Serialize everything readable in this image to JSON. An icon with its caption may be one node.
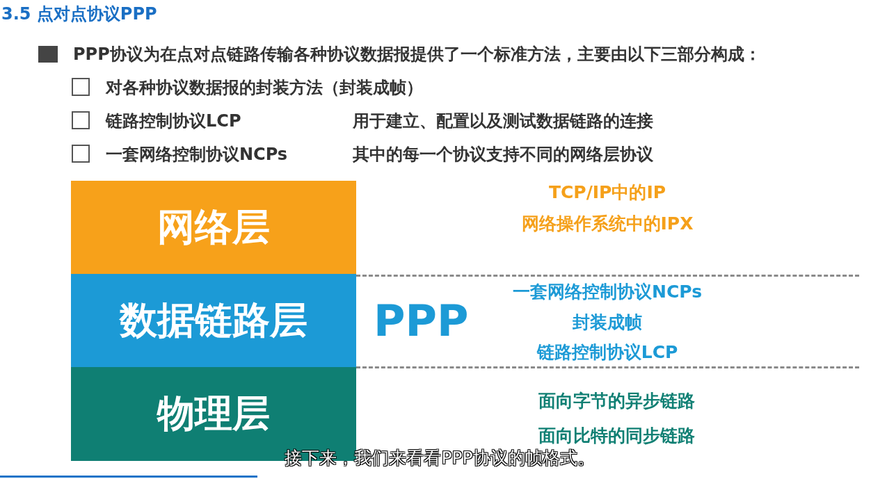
{
  "diagram": {
    "title": "3.5 点对点协议PPP",
    "nodes": [
      {
        "text": [
          "网络层"
        ]
      },
      {
        "text": [
          "数据链路层"
        ]
      },
      {
        "text": [
          "物理层"
        ]
      }
    ],
    "labels": [
      "PPP协议为在点对点链路传输各种协议数据报提供了一个标准方法，主要由以下三部分构成：",
      "对各种协议数据报的封装方法（封装成帧）",
      "链路控制协议LCP",
      "用于建立、配置以及测试数据链路的连接",
      "一套网络控制协议NCPs",
      "其中的每一个协议支持不同的网络层协议",
      "TCP/IP中的IP",
      "网络操作系统中的IPX",
      "PPP",
      "一套网络控制协议NCPs",
      "封装成帧",
      "链路控制协议LCP",
      "面向字节的异步链路",
      "面向比特的同步链路",
      "接下来，我们来看看PPP协议的帧格式。"
    ]
  }
}
